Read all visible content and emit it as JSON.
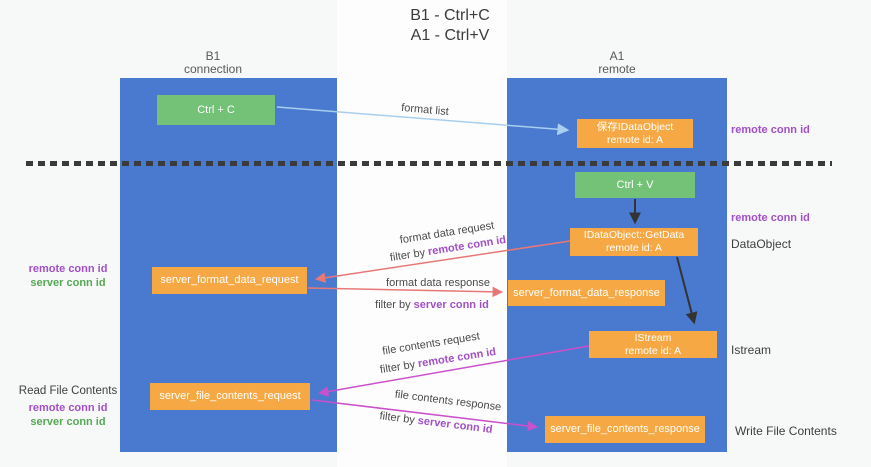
{
  "title": {
    "line1": "B1 - Ctrl+C",
    "line2": "A1 - Ctrl+V"
  },
  "columns": {
    "left": {
      "header_line1": "B1",
      "header_line2": "connection"
    },
    "right": {
      "header_line1": "A1",
      "header_line2": "remote"
    }
  },
  "boxes": {
    "ctrl_c": "Ctrl + C",
    "ctrl_v": "Ctrl + V",
    "save_dataobject_line1": "保存IDataObject",
    "save_dataobject_line2": "remote id: A",
    "getdata_line1": "IDataObject::GetData",
    "getdata_line2": "remote id: A",
    "istream_line1": "IStream",
    "istream_line2": "remote id: A",
    "server_format_data_request": "server_format_data_request",
    "server_format_data_response": "server_format_data_response",
    "server_file_contents_request": "server_file_contents_request",
    "server_file_contents_response": "server_file_contents_response"
  },
  "flows": {
    "format_list": {
      "label": "format list"
    },
    "format_data_request": {
      "label": "format data request",
      "filter_prefix": "filter by ",
      "filter_key": "remote conn id"
    },
    "format_data_response": {
      "label": "format data response",
      "filter_prefix": "filter by ",
      "filter_key": "server conn id"
    },
    "file_contents_request": {
      "label": "file contents request",
      "filter_prefix": "filter by ",
      "filter_key": "remote conn id"
    },
    "file_contents_response": {
      "label": "file contents response",
      "filter_prefix": "filter by ",
      "filter_key": "server conn id"
    }
  },
  "side_labels": {
    "right_remote_conn_id_top": "remote conn id",
    "right_remote_conn_id_mid": "remote conn id",
    "dataobject": "DataObject",
    "istream": "Istream",
    "write_file_contents": "Write File Contents",
    "left_remote_conn_id_top": "remote conn id",
    "left_server_conn_id_top": "server conn id",
    "read_file_contents": "Read File Contents",
    "left_remote_conn_id_bottom": "remote conn id",
    "left_server_conn_id_bottom": "server conn id"
  },
  "colors": {
    "column_blue": "#4a79d0",
    "box_green": "#74c277",
    "box_orange": "#f5a843",
    "arrow_light_blue": "#a9cfee",
    "arrow_red": "#e87878",
    "arrow_magenta": "#cb50cb",
    "arrow_black": "#333333",
    "text_purple": "#a24fc8",
    "text_green": "#55a855",
    "dash_color": "#3b3b3b"
  }
}
